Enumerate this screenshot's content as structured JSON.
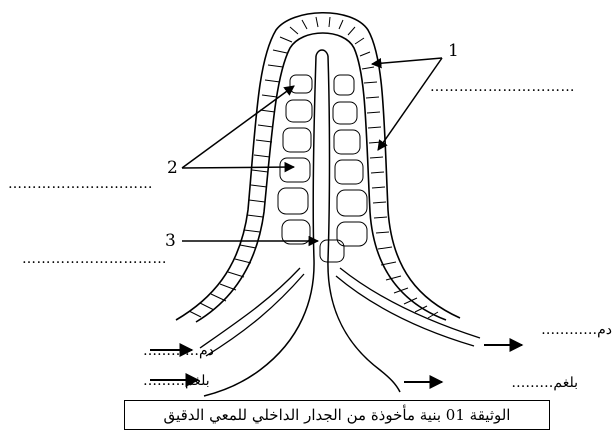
{
  "diagram": {
    "markers": [
      "1",
      "2",
      "3"
    ],
    "answer_blank": "…………………………",
    "left_labels": {
      "blood": "دم…………",
      "lymph": "بلغم………"
    },
    "right_labels": {
      "blood": "دم…………",
      "lymph": "بلغم………"
    },
    "caption": "الوثيقة 01 بنية مأخوذة من الجدار الداخلي للمعي الدقيق"
  }
}
